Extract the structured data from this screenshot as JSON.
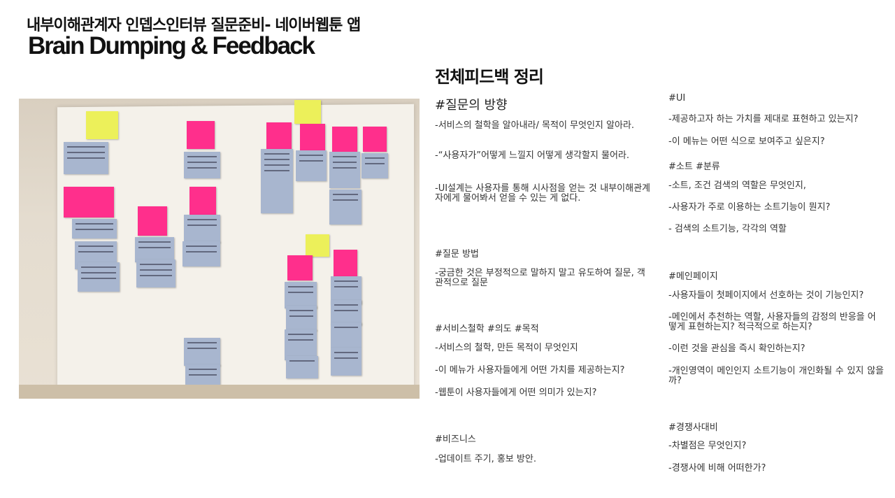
{
  "header": {
    "subtitle": "내부이해관계자 인뎁스인터뷰 질문준비- 네이버웹툰 앱",
    "title": "Brain Dumping & Feedback"
  },
  "feedback": {
    "heading": "전체피드백 정리",
    "left": {
      "direction": {
        "title": "#질문의 방향",
        "items": [
          "-서비스의 철학을 알아내라/ 목적이 무엇인지 알아라.",
          "-“사용자가”어떻게 느낄지 어떻게 생각할지 물어라.",
          "-UI설계는 사용자를 통해 시사점을 얻는 것 내부이해관계자에게 물어봐서 얻을 수 있는 게 없다."
        ]
      },
      "method": {
        "title": "#질문 방법",
        "items": [
          "-궁금한 것은 부정적으로 말하지 말고 유도하여 질문, 객관적으로 질문"
        ]
      },
      "philosophy": {
        "title": "#서비스철학 #의도 #목적",
        "items": [
          "-서비스의 철학, 만든 목적이 무엇인지",
          "-이 메뉴가 사용자들에게 어떤 가치를 제공하는지?",
          "-웹툰이 사용자들에게 어떤 의미가 있는지?"
        ]
      },
      "business": {
        "title": "#비즈니스",
        "items": [
          "-업데이트 주기, 홍보 방안."
        ]
      }
    },
    "right": {
      "ui": {
        "title": "#UI",
        "items": [
          "-제공하고자 하는 가치를 제대로 표현하고 있는지?",
          "-이 메뉴는 어떤 식으로 보여주고 싶은지?"
        ]
      },
      "sort": {
        "title": "#소트 #분류",
        "items": [
          "-소트, 조건 검색의 역할은 무엇인지,",
          "-사용자가 주로 이용하는 소트기능이 뭔지?",
          "- 검색의 소트기능, 각각의 역할"
        ]
      },
      "main": {
        "title": "#메인페이지",
        "items": [
          "-사용자들이 첫페이지에서 선호하는 것이 기능인지?",
          "-메인에서 추천하는 역할, 사용자들의 감정의 반응을 어떻게 표현하는지? 적극적으로 하는지?",
          "-이런 것을 관심을 즉시 확인하는지?",
          "-개인영역이 메인인지 소트기능이 개인화될 수 있지 않을까?"
        ]
      },
      "competitor": {
        "title": "#경쟁사대비",
        "items": [
          "-차별점은 무엇인지?",
          "-경쟁사에 비해 어떠한가?"
        ]
      }
    }
  },
  "colors": {
    "note_blue": "#a8b6cf",
    "note_pink": "#ff2f8c",
    "note_yellow": "#ecf05a"
  }
}
